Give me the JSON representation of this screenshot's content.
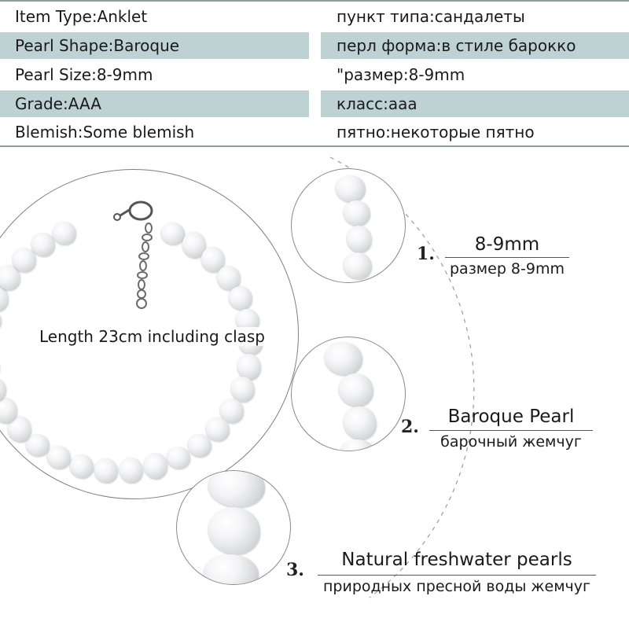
{
  "specs": {
    "left": [
      "Item Type:Anklet",
      "Pearl Shape:Baroque",
      "Pearl Size:8-9mm",
      "Grade:AAA",
      "Blemish:Some blemish"
    ],
    "right": [
      "пункт типа:сандалеты",
      "перл форма:в стиле барокко",
      "\"размер:8-9mm",
      "класс:aaa",
      "пятно:некоторые пятно"
    ],
    "shaded_color": "#bfd2d3"
  },
  "product": {
    "length_label": "Length 23cm including clasp"
  },
  "features": [
    {
      "number": "1.",
      "title": "8-9mm",
      "subtitle": "размер 8-9mm"
    },
    {
      "number": "2.",
      "title": "Baroque Pearl",
      "subtitle": "барочный  жемчуг"
    },
    {
      "number": "3.",
      "title": "Natural freshwater pearls",
      "subtitle": "природных пресной воды жемчуг"
    }
  ]
}
